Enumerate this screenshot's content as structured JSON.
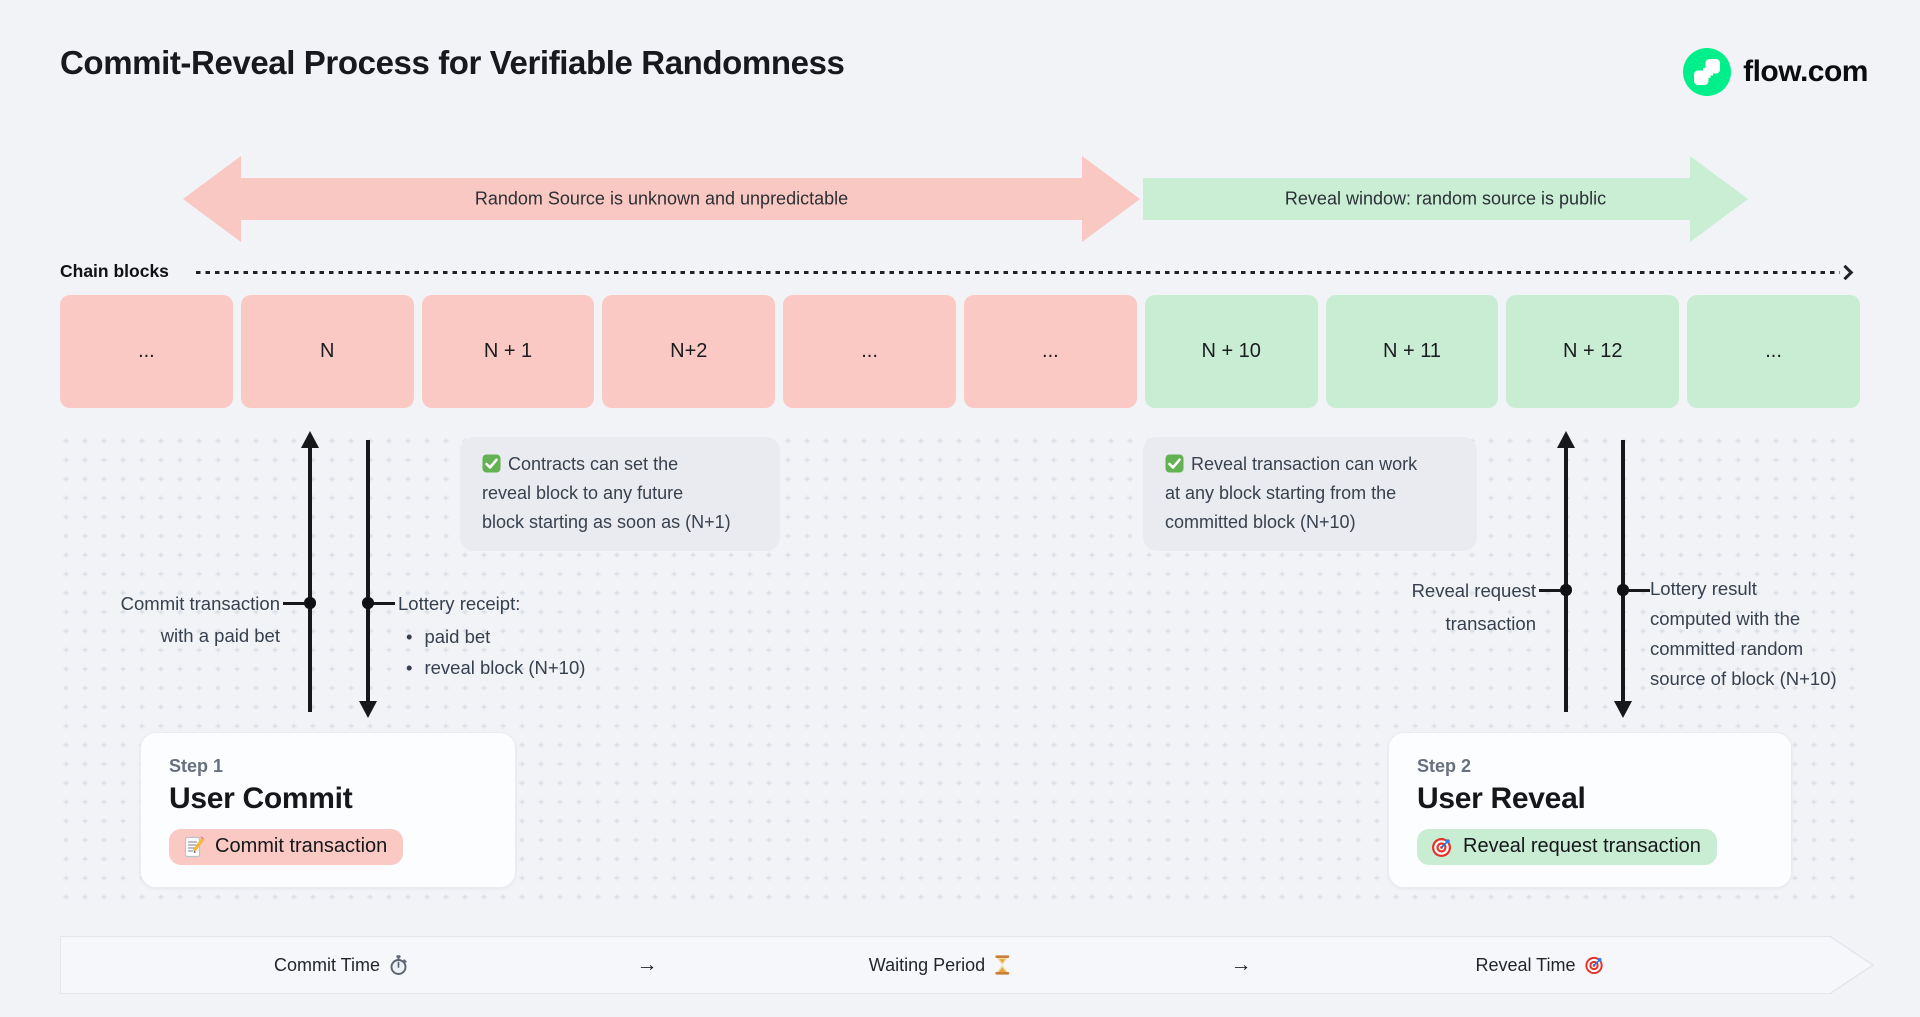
{
  "header": {
    "title": "Commit-Reveal Process for Verifiable Randomness",
    "brand_label": "flow.com"
  },
  "phase_arrows": {
    "commit_label": "Random Source is unknown and unpredictable",
    "reveal_label": "Reveal window: random source is public"
  },
  "chain": {
    "label": "Chain blocks",
    "blocks": [
      {
        "label": "...",
        "phase": "commit"
      },
      {
        "label": "N",
        "phase": "commit"
      },
      {
        "label": "N + 1",
        "phase": "commit"
      },
      {
        "label": "N+2",
        "phase": "commit"
      },
      {
        "label": "...",
        "phase": "commit"
      },
      {
        "label": "...",
        "phase": "commit"
      },
      {
        "label": "N + 10",
        "phase": "reveal"
      },
      {
        "label": "N + 11",
        "phase": "reveal"
      },
      {
        "label": "N + 12",
        "phase": "reveal"
      },
      {
        "label": "...",
        "phase": "reveal"
      }
    ]
  },
  "notes": {
    "commit_note": {
      "icon": "check-icon",
      "text": "Contracts can set the\nreveal block to any future\nblock starting as soon as (N+1)"
    },
    "reveal_note": {
      "icon": "check-icon",
      "text": "Reveal transaction can work\nat any block starting from the\ncommitted block (N+10)"
    }
  },
  "annotations": {
    "commit_tx": "Commit transaction\nwith a paid bet",
    "lottery_receipt": {
      "title": "Lottery receipt:",
      "bullets": [
        "paid bet",
        "reveal block (N+10)"
      ]
    },
    "reveal_request": "Reveal request\ntransaction",
    "lottery_result": "Lottery result\ncomputed with the\ncommitted random\nsource of block (N+10)"
  },
  "steps": {
    "step1": {
      "eyebrow": "Step 1",
      "title": "User Commit",
      "badge_icon": "memo-icon",
      "badge_label": "Commit transaction"
    },
    "step2": {
      "eyebrow": "Step 2",
      "title": "User Reveal",
      "badge_icon": "target-icon",
      "badge_label": "Reveal request transaction"
    }
  },
  "timeline": {
    "commit": {
      "label": "Commit Time",
      "icon": "stopwatch-icon"
    },
    "arrow1": "→",
    "waiting": {
      "label": "Waiting Period",
      "icon": "hourglass-icon"
    },
    "arrow2": "→",
    "reveal": {
      "label": "Reveal Time",
      "icon": "target-icon"
    }
  },
  "colors": {
    "page_bg": "#F1F3F7",
    "commit_pink": "#FBC9C3",
    "reveal_green": "#C9EDD3",
    "brand_green": "#00EF8B",
    "note_bg": "#E9EBF0",
    "ink": "#17191E",
    "slate_text": "#39414F",
    "dot_grid": "#D9DDE5"
  }
}
